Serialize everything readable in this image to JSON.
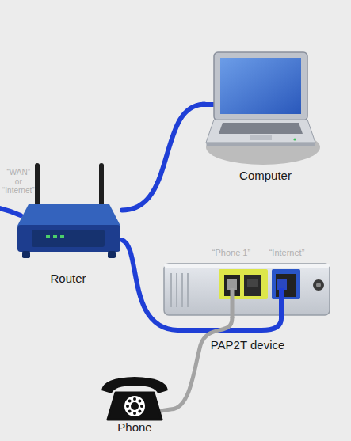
{
  "diagram": {
    "nodes": [
      {
        "text": [
          "Computer"
        ]
      },
      {
        "text": [
          "Router"
        ]
      },
      {
        "text": [
          "PAP2T device"
        ]
      },
      {
        "text": [
          "Phone"
        ]
      }
    ],
    "edges": [
      {
        "from": 1,
        "to": 0,
        "arrow": "none"
      },
      {
        "from": 1,
        "to": 2,
        "arrow": "none"
      },
      {
        "from": 3,
        "to": 2,
        "arrow": "none"
      }
    ],
    "labels": [
      "“WAN” or “Internet”",
      "“Phone 1”",
      "“Internet”"
    ]
  }
}
